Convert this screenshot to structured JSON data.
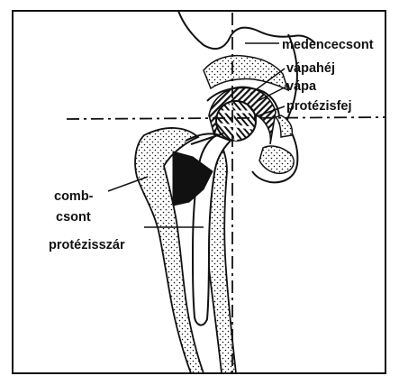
{
  "labels": {
    "pelvis": "medencecsont",
    "acetabular_shell": "vápahéj",
    "acetabulum": "vápa",
    "prosthetic_head": "protézisfej",
    "femur_line1": "comb-",
    "femur_line2": "csont",
    "prosthetic_stem": "protézisszár"
  },
  "colors": {
    "ink": "#111111",
    "background": "#ffffff",
    "cement": "#ffffff"
  }
}
